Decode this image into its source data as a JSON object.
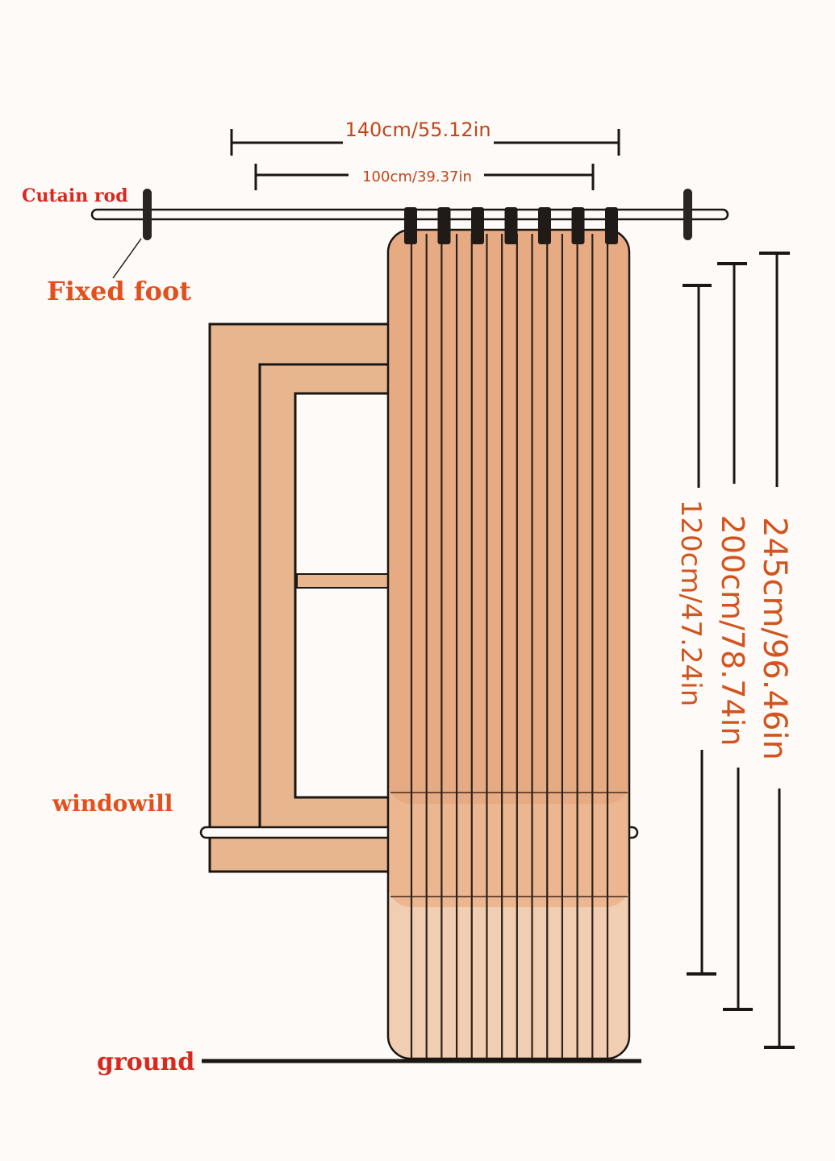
{
  "labels": {
    "curtain_rod": "Cutain rod",
    "fixed_foot": "Fixed foot",
    "windowsill": "windowill",
    "ground": "ground"
  },
  "dimensions": {
    "width_outer": "140cm/55.12in",
    "width_inner": "100cm/39.37in",
    "length_short": "120cm/47.24in",
    "length_mid": "200cm/78.74in",
    "length_long": "245cm/96.46in"
  },
  "colors": {
    "background": "#fdfaf7",
    "window_frame": "#e8b68e",
    "curtain_fabric": "#e8ad86",
    "curtain_long_section": "#f1cdb1",
    "label_red": "#d8281f",
    "label_orange": "#e2501e",
    "dimension_text": "#c1471c",
    "line": "#1a1614"
  },
  "curtain": {
    "grommet_count": 7,
    "pleat_line_count": 14
  }
}
